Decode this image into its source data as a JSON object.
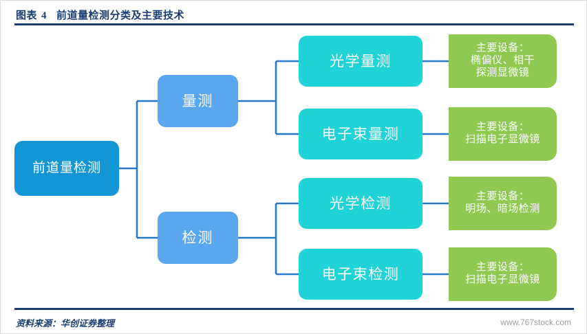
{
  "header": {
    "figure_label": "图表",
    "figure_number": "4",
    "title": "前道量检测分类及主要技术"
  },
  "footer": {
    "source": "资料来源：华创证券整理",
    "watermark": "www.767stock.com"
  },
  "colors": {
    "title_blue": "#1b3f73",
    "root_blue": "#1596d4",
    "level2_blue": "#5aa7ef",
    "level3_cyan": "#1fd3d6",
    "equipment_green": "#8fc951",
    "connector_blue": "#2878c8",
    "watermark_gray": "#9d9d9d"
  },
  "diagram": {
    "type": "tree",
    "root": {
      "label": "前道量检测"
    },
    "branches": [
      {
        "label": "量测",
        "children": [
          {
            "label": "光学量测",
            "equipment": {
              "lines": [
                "主要设备：",
                "椭偏仪、相干",
                "探测显微镜"
              ]
            }
          },
          {
            "label": "电子束量测",
            "equipment": {
              "lines": [
                "主要设备：",
                "扫描电子显微镜"
              ]
            }
          }
        ]
      },
      {
        "label": "检测",
        "children": [
          {
            "label": "光学检测",
            "equipment": {
              "lines": [
                "主要设备：",
                "明场、暗场检测"
              ]
            }
          },
          {
            "label": "电子束检测",
            "equipment": {
              "lines": [
                "主要设备：",
                "扫描电子显微镜"
              ]
            }
          }
        ]
      }
    ]
  }
}
